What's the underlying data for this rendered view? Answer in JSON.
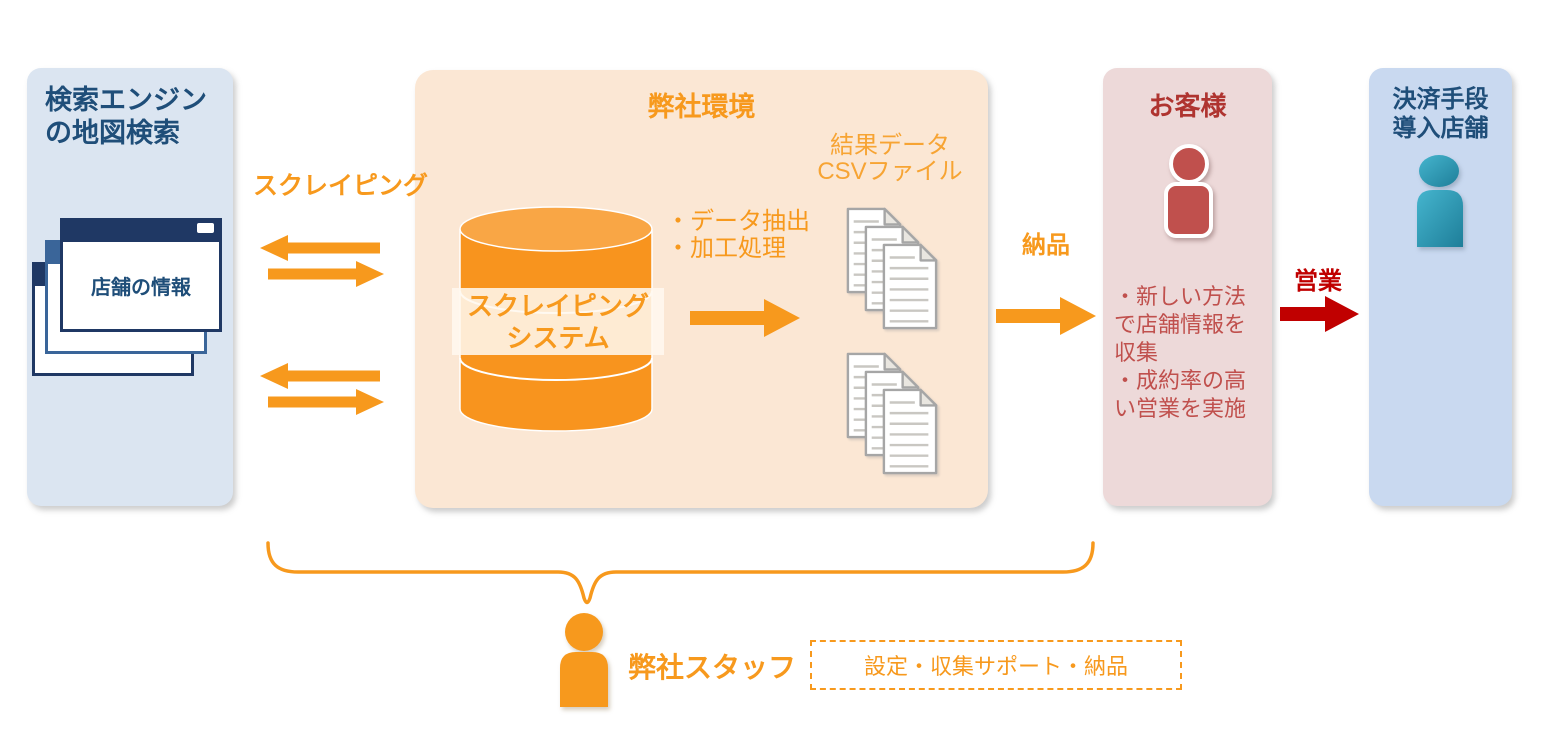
{
  "left_panel": {
    "title_line1": "検索エンジン",
    "title_line2": "の地図検索",
    "window_label": "店舗の情報"
  },
  "flow_labels": {
    "scraping": "スクレイピング",
    "delivery": "納品",
    "sales": "営業"
  },
  "company_panel": {
    "title": "弊社環境",
    "cylinder_label_line1": "スクレイピング",
    "cylinder_label_line2": "システム",
    "process_bullets": [
      "・データ抽出",
      "・加工処理"
    ],
    "result_caption_line1": "結果データ",
    "result_caption_line2": "CSVファイル"
  },
  "customer_panel": {
    "title": "お客様",
    "bullets": [
      "・新しい方法で店舗情報を収集",
      "・成約率の高い営業を実施"
    ]
  },
  "merchant_panel": {
    "title_line1": "決済手段",
    "title_line2": "導入店舗"
  },
  "staff": {
    "label": "弊社スタッフ",
    "support_note": "設定・収集サポート・納品"
  },
  "colors": {
    "orange": "#F7991D",
    "cylinder_top": "#F9A645",
    "navy_title": "#1F4E79",
    "window_navy": "#1F3864",
    "window_steel_blue": "#3A6599",
    "panel_blue_left": "#DBE5F1",
    "panel_blue_right": "#C9D9F0",
    "panel_peach": "#FBE7D4",
    "panel_pink": "#EDD9D9",
    "customer_red": "#C0504D",
    "customer_title_red": "#AF3430",
    "sales_red": "#C00000",
    "merchant_teal": "#2E9FB8",
    "doc_border": "#A6A6A6"
  }
}
